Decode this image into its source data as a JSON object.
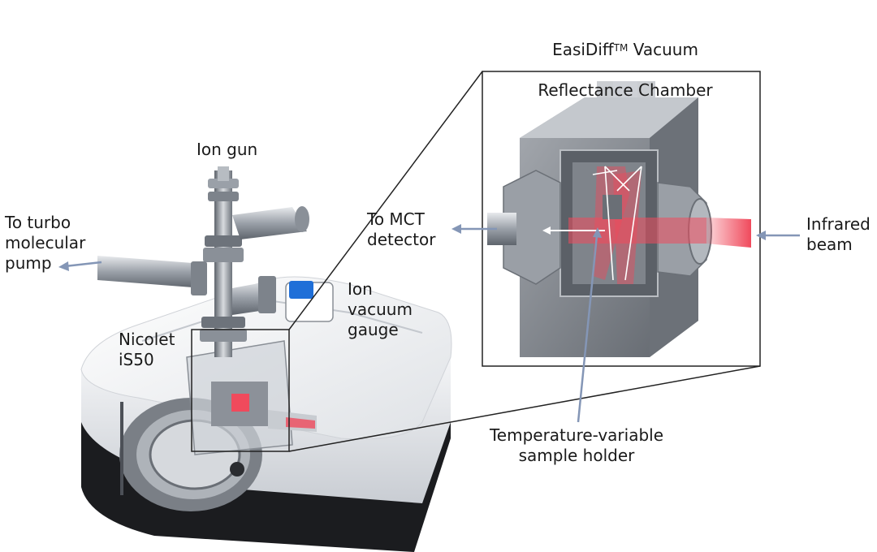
{
  "labels": {
    "chamber_title_1a": "EasiDiff",
    "chamber_title_tm": "TM",
    "chamber_title_1b": " Vacuum",
    "chamber_title_2": "Reflectance Chamber",
    "ion_gun": "Ion gun",
    "turbo": "To turbo\nmolecular\npump",
    "mct": "To MCT\ndetector",
    "infrared": "Infrared\nbeam",
    "ion_gauge": "Ion\nvacuum\ngauge",
    "nicolet": "Nicolet\niS50",
    "holder": "Temperature-variable\nsample holder"
  },
  "colors": {
    "arrow": "#8496b6",
    "beam": "#f04a5c",
    "gauge": "#1f6fd8",
    "frame": "#222222"
  }
}
